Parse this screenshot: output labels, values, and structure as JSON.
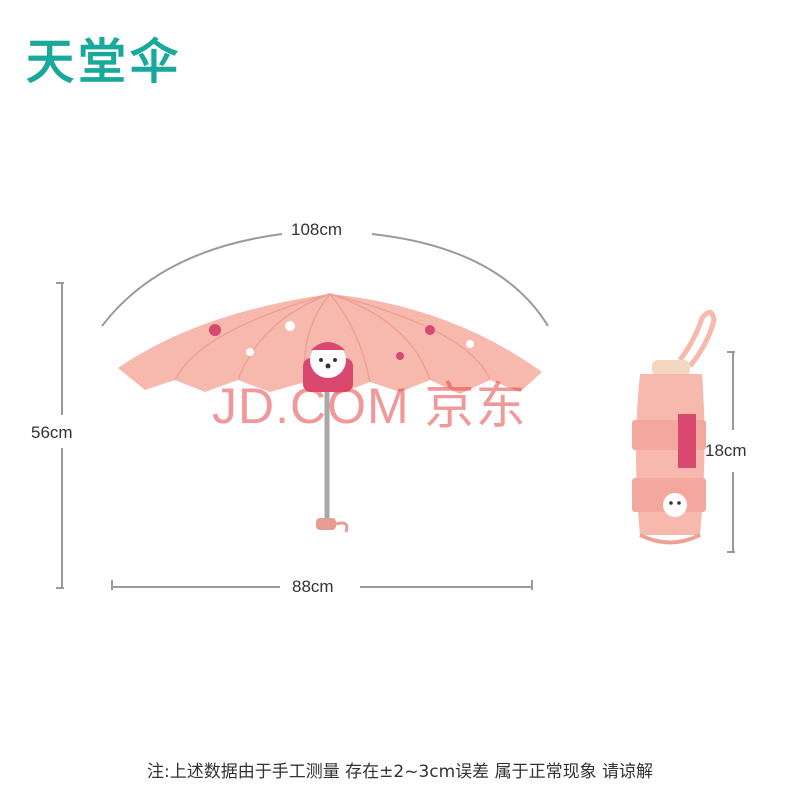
{
  "brand": {
    "logo_text": "天堂伞"
  },
  "dimensions": {
    "arc_length": "108cm",
    "height": "56cm",
    "diameter": "88cm",
    "folded_length": "18cm"
  },
  "watermark": "JD.COM 京东",
  "note": "注:上述数据由于手工测量 存在±2~3cm误差 属于正常现象 请谅解",
  "colors": {
    "brand": "#18a99a",
    "canopy": "#f7b8ae",
    "canopy_dark": "#f0a196",
    "measure_line": "#9a9a9a"
  }
}
